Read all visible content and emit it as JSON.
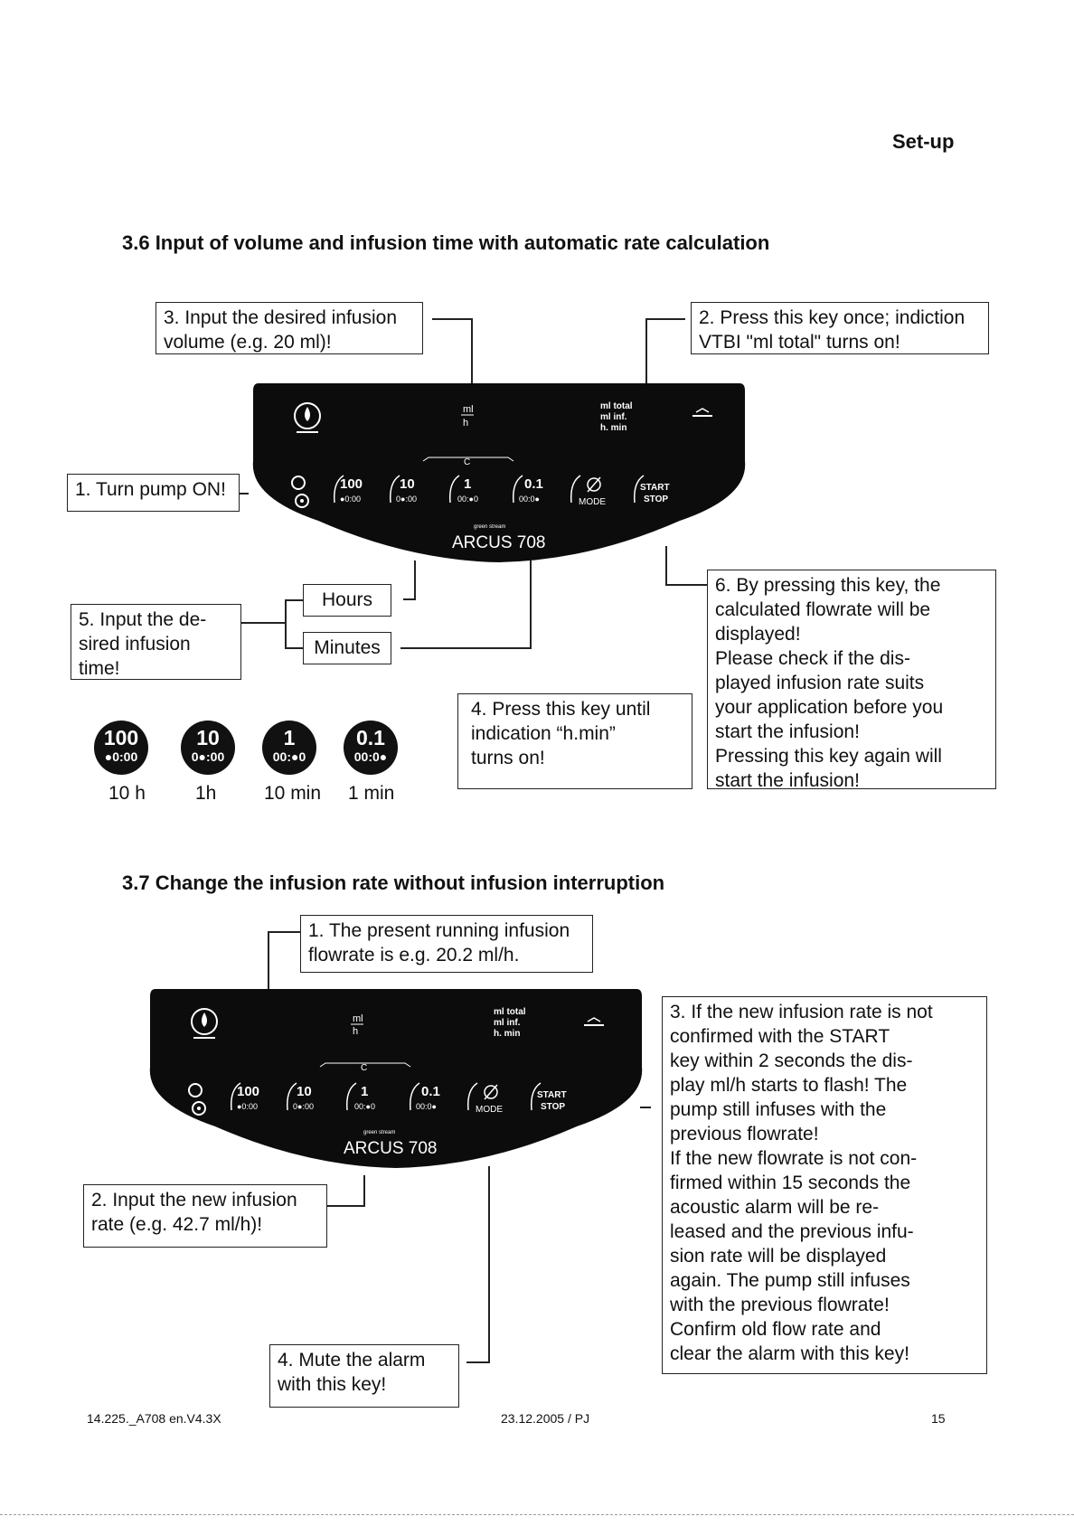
{
  "header": {
    "section": "Set-up"
  },
  "section36": {
    "title": "3.6 Input of volume and infusion time with automatic rate calculation",
    "callouts": {
      "c3": "3. Input the desired infusion\n    volume (e.g. 20 ml)!",
      "c2": "2. Press this key once; indiction\n    VTBI \"ml total\" turns on!",
      "c1": "1. Turn pump ON!",
      "c5": "5. Input the de-\n    sired infusion\n    time!",
      "hours": "Hours",
      "minutes": "Minutes",
      "c4": "4. Press this key until\n    indication “h.min”\n    turns on!",
      "c6": "6. By pressing this key, the\n    calculated flowrate will be\n    displayed!\n    Please check if the dis-\n    played infusion rate suits\n    your application before you\n    start the infusion!\n    Pressing this key again will\n    start the infusion!"
    },
    "keys": [
      {
        "top": "100",
        "bottom": "●0:00",
        "label": "10 h"
      },
      {
        "top": "10",
        "bottom": "0●:00",
        "label": "1h"
      },
      {
        "top": "1",
        "bottom": "00:●0",
        "label": "10 min"
      },
      {
        "top": "0.1",
        "bottom": "00:0●",
        "label": "1 min"
      }
    ]
  },
  "section37": {
    "title": "3.7 Change the infusion rate without infusion interruption",
    "callouts": {
      "c1": "1. The present running infusion\n    flowrate is e.g. 20.2 ml/h.",
      "c2": "2. Input the new infusion\n    rate (e.g. 42.7 ml/h)!",
      "c3": "3. If the new infusion rate is not\n    confirmed with the START\n    key within 2 seconds the dis-\n    play ml/h starts to flash! The\n    pump still infuses with the\n    previous flowrate!\n    If the new flowrate is not con-\n    firmed within 15 seconds the\n    acoustic alarm will be re-\n    leased and the previous infu-\n    sion rate will be displayed\n    again. The pump still infuses\n    with the previous flowrate!\n    Confirm old flow rate and\n    clear the alarm with this key!",
      "c4": "4. Mute the alarm\n    with this key!"
    }
  },
  "panel": {
    "unit_top": "ml",
    "unit_bottom": "h",
    "mode_lines": [
      "ml total",
      "ml inf.",
      "h. min"
    ],
    "c_label": "C",
    "buttons": [
      {
        "top": "100",
        "bottom": "●0:00"
      },
      {
        "top": "10",
        "bottom": "0●:00"
      },
      {
        "top": "1",
        "bottom": "00:●0"
      },
      {
        "top": "0.1",
        "bottom": "00:0●"
      }
    ],
    "mode_label": "MODE",
    "start_label": "START",
    "stop_label": "STOP",
    "brand_small": "green stream",
    "brand_upper": "ARCUS 708",
    "brand_lower": "ARCUS 708"
  },
  "footer": {
    "doc_id": "14.225._A708 en.V4.3X",
    "date": "23.12.2005 / PJ",
    "page": "15"
  }
}
